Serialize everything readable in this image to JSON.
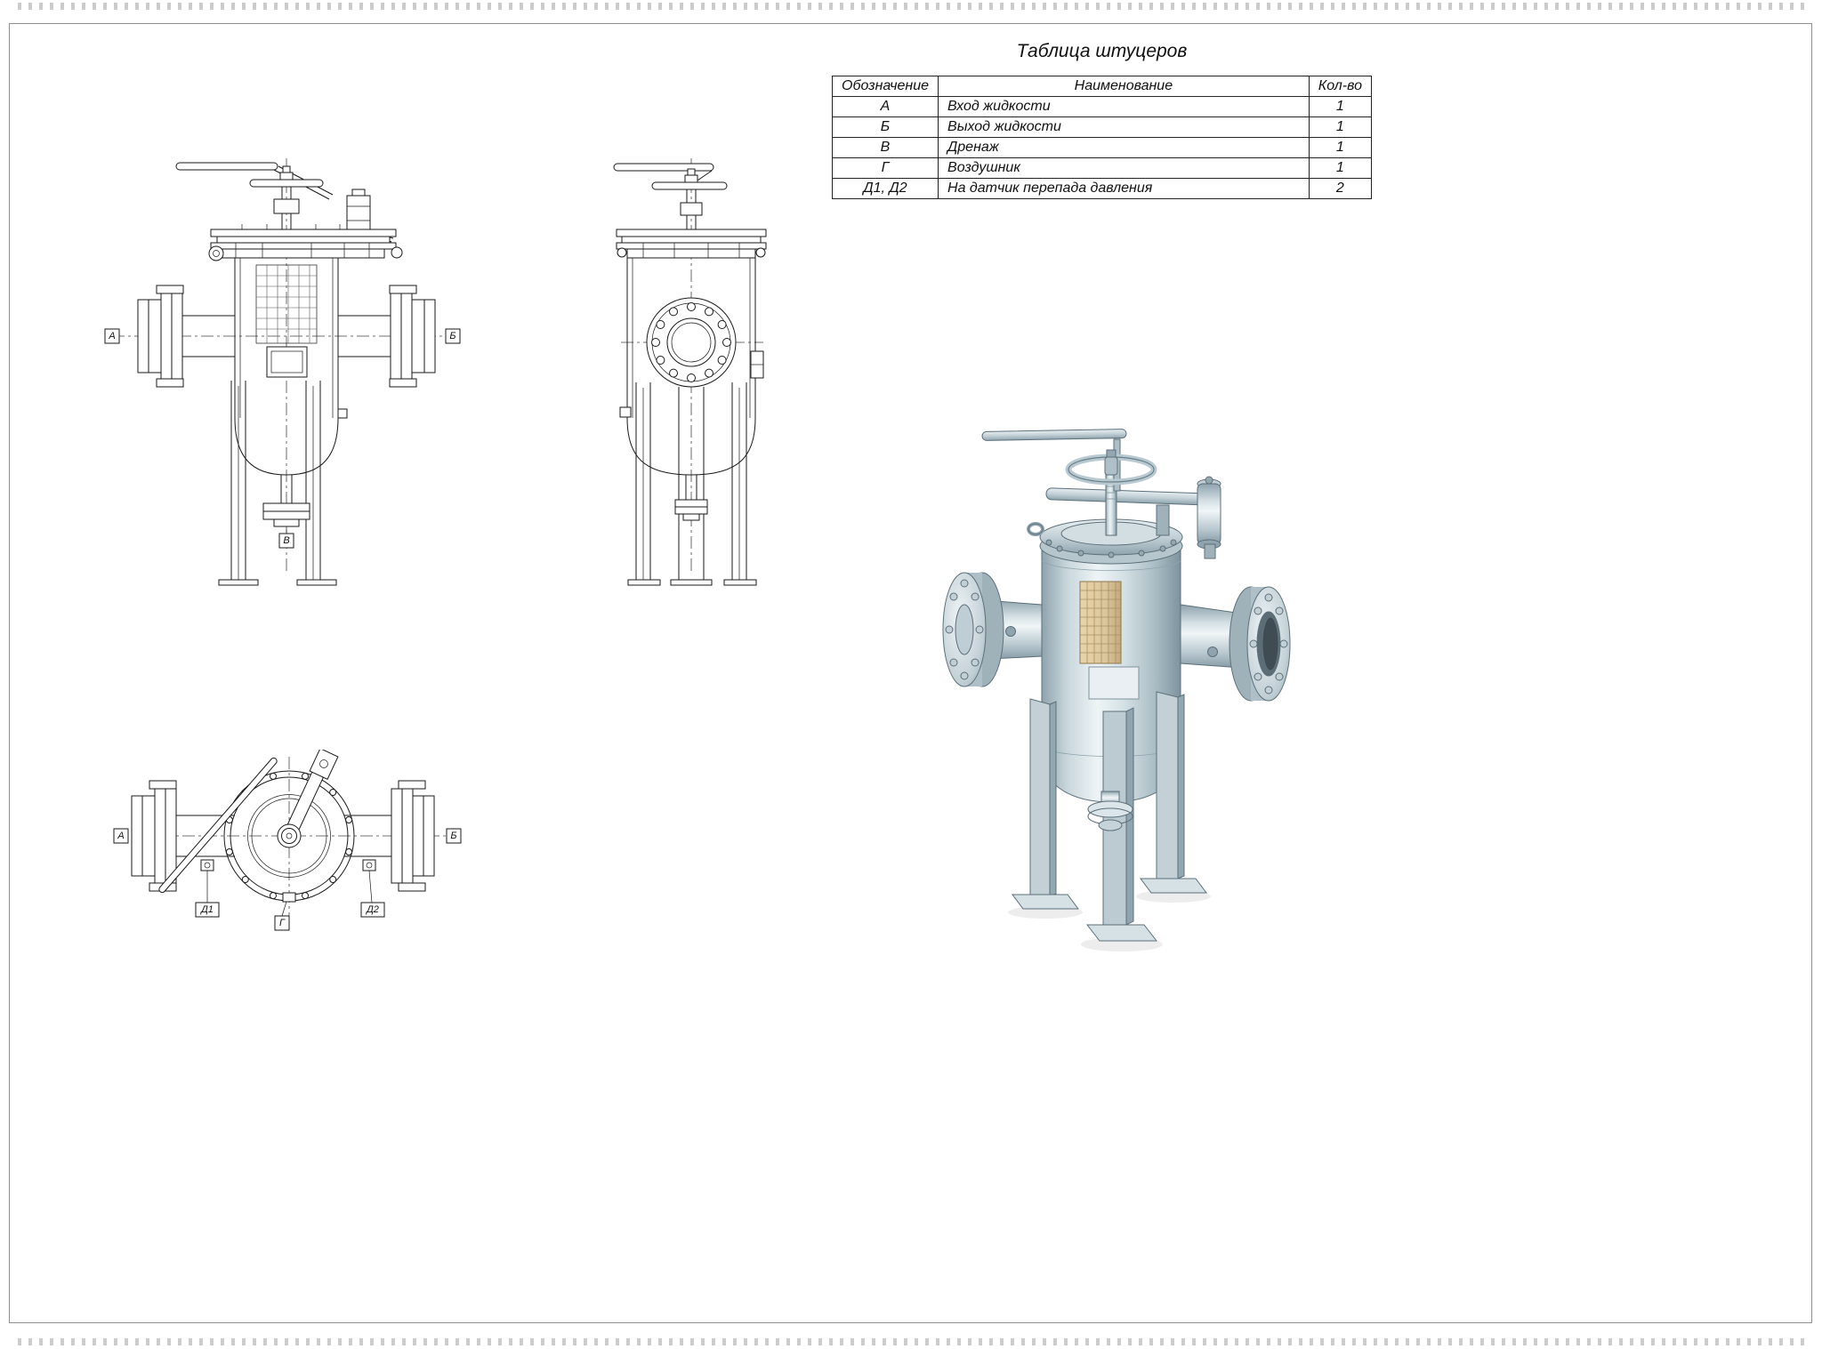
{
  "table": {
    "title": "Таблица штуцеров",
    "headers": {
      "designation": "Обозначение",
      "name": "Наименование",
      "qty": "Кол-во"
    },
    "rows": [
      {
        "designation": "А",
        "name": "Вход жидкости",
        "qty": "1"
      },
      {
        "designation": "Б",
        "name": "Выход жидкости",
        "qty": "1"
      },
      {
        "designation": "В",
        "name": "Дренаж",
        "qty": "1"
      },
      {
        "designation": "Г",
        "name": "Воздушник",
        "qty": "1"
      },
      {
        "designation": "Д1, Д2",
        "name": "На датчик перепада давления",
        "qty": "2"
      }
    ]
  },
  "views": {
    "front": {
      "labels": {
        "inlet": "А",
        "outlet": "Б",
        "drain": "В"
      }
    },
    "top": {
      "labels": {
        "inlet": "А",
        "outlet": "Б",
        "sensor1": "Д1",
        "vent": "Г",
        "sensor2": "Д2"
      }
    }
  },
  "colors": {
    "line": "#1a1a1a",
    "steel_light": "#eef4f6",
    "steel_mid": "#c2d0d6",
    "steel_dark": "#8fa4ae",
    "basket": "#dcc69c"
  }
}
